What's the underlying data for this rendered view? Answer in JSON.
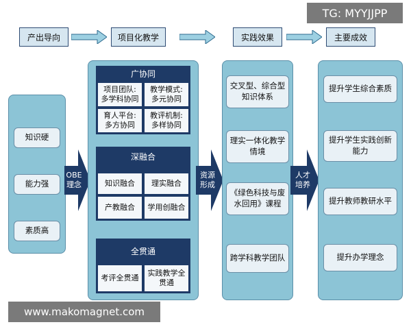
{
  "watermark_top": "TG: MYYJJPP",
  "watermark_bottom": "www.makomagnet.com",
  "headers": [
    "产出导向",
    "项目化教学",
    "实践效果",
    "主要成效"
  ],
  "left_items": [
    "知识硬",
    "能力强",
    "素质高"
  ],
  "arrow1": [
    "OBE",
    "理念"
  ],
  "arrow2": [
    "资源",
    "形成"
  ],
  "arrow3": [
    "人才",
    "培养"
  ],
  "guang": {
    "title": "广协同",
    "cells": [
      [
        "项目团队:",
        "多学科协同"
      ],
      [
        "教学模式:",
        "多元协同"
      ],
      [
        "育人平台:",
        "多方协同"
      ],
      [
        "教评机制:",
        "多样协同"
      ]
    ]
  },
  "shen": {
    "title": "深融合",
    "cells": [
      "知识融合",
      "理实融合",
      "产教融合",
      "学用创融合"
    ]
  },
  "quan": {
    "title": "全贯通",
    "cells": [
      "考评全贯通",
      [
        "实践教学全",
        "贯通"
      ]
    ]
  },
  "practice": [
    [
      "交叉型、综合型",
      "知识体系"
    ],
    [
      "理实一体化教学",
      "情境"
    ],
    [
      "《绿色科技与废",
      "水回用》课程"
    ],
    [
      "跨学科教学团队"
    ]
  ],
  "outcomes": [
    [
      "提升学生综合素质"
    ],
    [
      "提升学生实践创新",
      "能力"
    ],
    [
      "提升教师教研水平"
    ],
    [
      "提升办学理念"
    ]
  ],
  "colors": {
    "navy": "#1e3a66",
    "column": "#8cc4d6",
    "box": "#e9f1f6",
    "header": "#d6e6f0"
  }
}
